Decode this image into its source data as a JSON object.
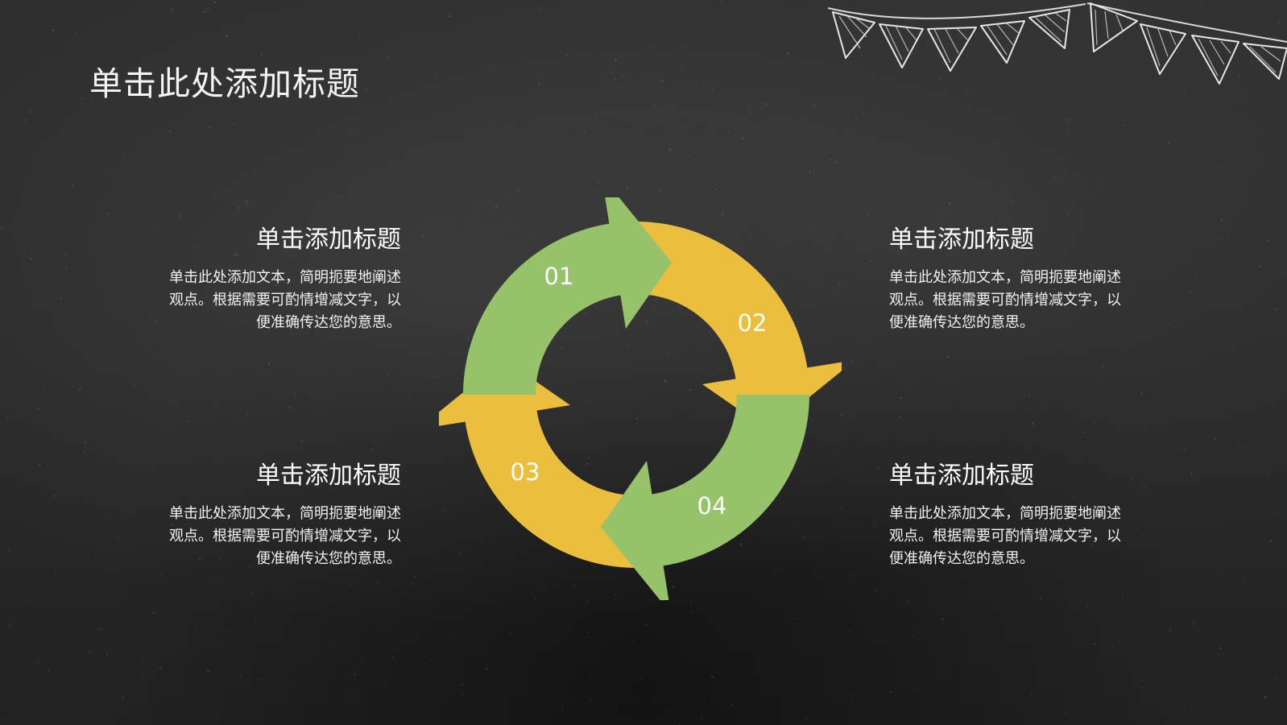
{
  "slide": {
    "title": "单击此处添加标题"
  },
  "cycle": {
    "colors": {
      "green": "#96c26a",
      "yellow": "#ebbe3e"
    },
    "segments": [
      {
        "label": "01",
        "color": "green"
      },
      {
        "label": "02",
        "color": "yellow"
      },
      {
        "label": "03",
        "color": "yellow"
      },
      {
        "label": "04",
        "color": "green"
      }
    ]
  },
  "blocks": [
    {
      "title": "单击添加标题",
      "text": "单击此处添加文本，简明扼要地阐述观点。根据需要可酌情增减文字，以便准确传达您的意思。"
    },
    {
      "title": "单击添加标题",
      "text": "单击此处添加文本，简明扼要地阐述观点。根据需要可酌情增减文字，以便准确传达您的意思。"
    },
    {
      "title": "单击添加标题",
      "text": "单击此处添加文本，简明扼要地阐述观点。根据需要可酌情增减文字，以便准确传达您的意思。"
    },
    {
      "title": "单击添加标题",
      "text": "单击此处添加文本，简明扼要地阐述观点。根据需要可酌情增减文字，以便准确传达您的意思。"
    }
  ],
  "decor": {
    "background": "chalkboard",
    "bunting_icon": "pennant-bunting"
  }
}
